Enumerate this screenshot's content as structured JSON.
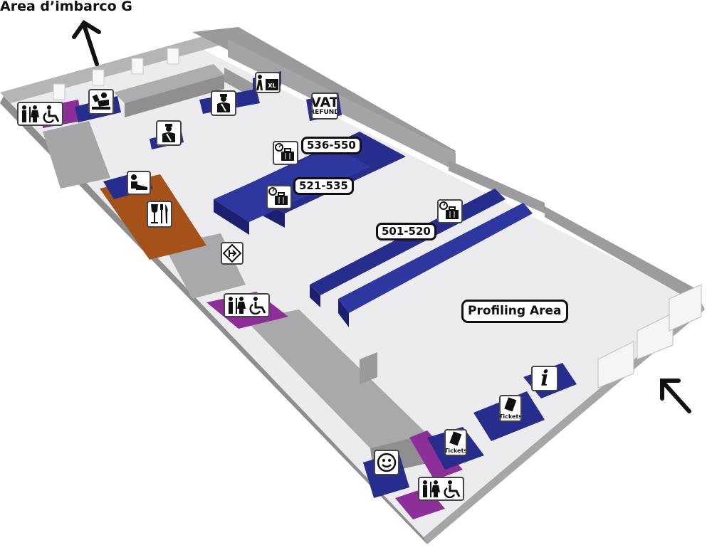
{
  "title": "Area d’imbarco G",
  "counters": [
    {
      "label": "536-550"
    },
    {
      "label": "521-535"
    },
    {
      "label": "501-520"
    }
  ],
  "zones": {
    "profiling": "Profiling Area"
  },
  "signs": {
    "vat_top": "VAT",
    "vat_bottom": "REFUND",
    "info": "i",
    "tickets": "Tickets"
  },
  "colors": {
    "floor": "#ececee",
    "wall": "#a9a9ab",
    "counter": "#262d8c",
    "restroom": "#8e2f99",
    "restaurant": "#a5521a"
  },
  "icons": [
    "restroom-icon",
    "wheelchair-icon",
    "passport-control-icon",
    "security-officer-icon",
    "oversize-baggage-icon",
    "vat-refund-icon",
    "baggage-checkin-icon",
    "customs-icon",
    "restaurant-icon",
    "exit-icon",
    "information-icon",
    "tickets-icon",
    "smiley-icon",
    "arrow-icon"
  ]
}
